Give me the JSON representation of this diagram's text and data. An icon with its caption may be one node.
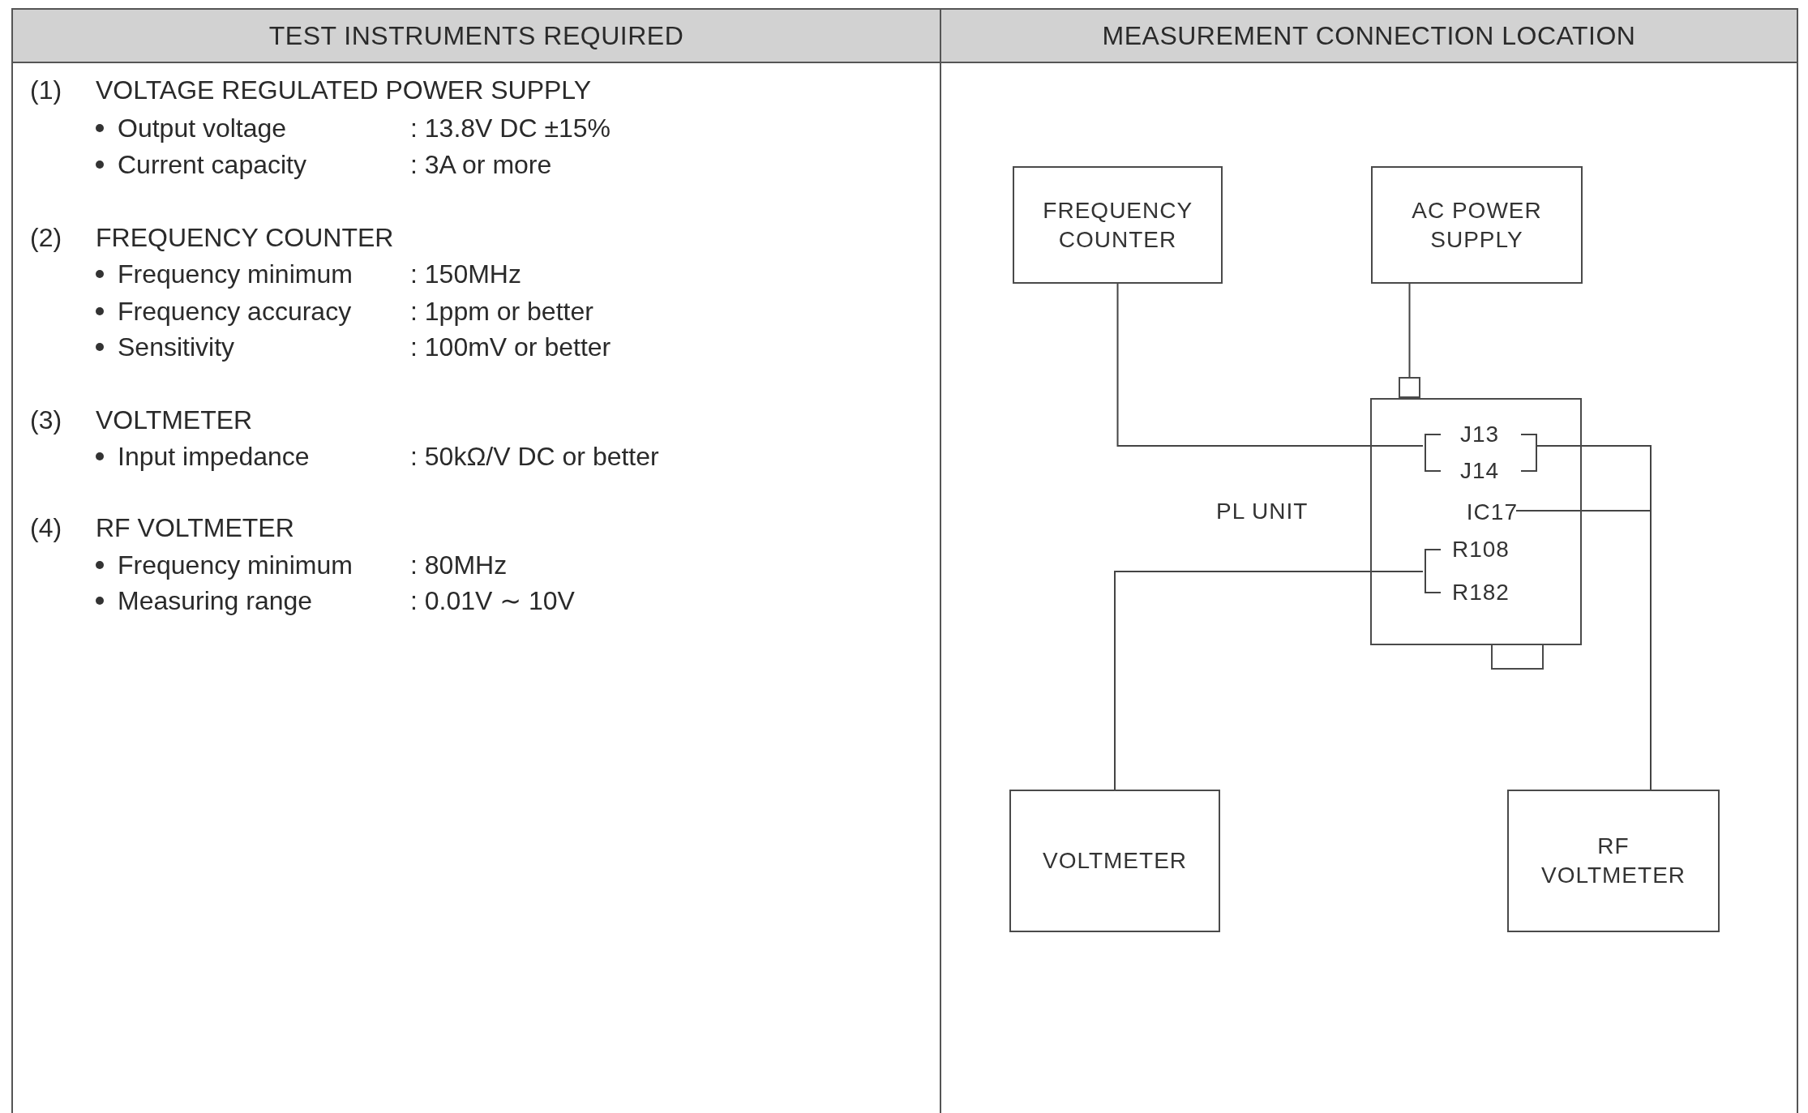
{
  "diagram": {
    "nodes": [
      {
        "text": [
          "FREQUENCY COUNTER"
        ]
      },
      {
        "text": [
          "AC POWER SUPPLY"
        ]
      },
      {
        "text": [
          "PL UNIT"
        ]
      },
      {
        "text": [
          "J13",
          "J14"
        ],
        "in": 2
      },
      {
        "text": [
          "IC17"
        ],
        "in": 2
      },
      {
        "text": [
          "R108",
          "R182"
        ],
        "in": 2
      },
      {
        "text": [],
        "shape": "box"
      },
      {
        "text": [
          "VOLTMETER"
        ]
      },
      {
        "text": [
          "RF VOLTMETER"
        ]
      }
    ],
    "edges": [
      {
        "from": 0,
        "to": 3,
        "arrow": "none"
      },
      {
        "from": 1,
        "to": 6,
        "arrow": "none"
      },
      {
        "from": 3,
        "to": 8,
        "arrow": "none"
      },
      {
        "from": 4,
        "to": 8,
        "arrow": "none"
      },
      {
        "from": 5,
        "to": 7,
        "arrow": "none"
      }
    ],
    "labels": [
      "TEST INSTRUMENTS REQUIRED",
      "MEASUREMENT CONNECTION LOCATION",
      "(1)",
      "VOLTAGE REGULATED POWER SUPPLY",
      "Output voltage",
      ": 13.8V DC ±15%",
      "Current capacity",
      ": 3A or more",
      "(2)",
      "FREQUENCY COUNTER",
      "Frequency minimum",
      ": 150MHz",
      "Frequency accuracy",
      ": 1ppm or better",
      "Sensitivity",
      ": 100mV or better",
      "(3)",
      "VOLTMETER",
      "Input impedance",
      ": 50kΩ/V DC or better",
      "(4)",
      "RF VOLTMETER",
      "Frequency minimum",
      ": 80MHz",
      "Measuring range",
      ": 0.01V ∼ 10V"
    ]
  }
}
